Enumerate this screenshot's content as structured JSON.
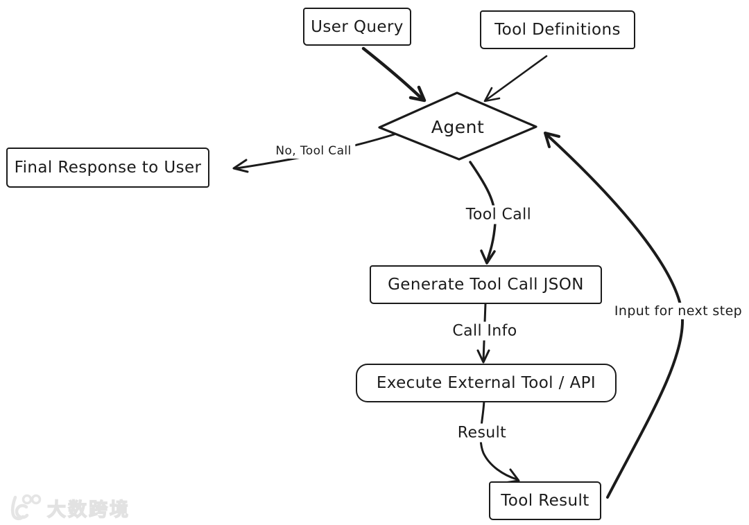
{
  "diagram": {
    "type": "flowchart",
    "nodes": {
      "user_query": {
        "label": "User Query",
        "shape": "rectangle"
      },
      "tool_definitions": {
        "label": "Tool Definitions",
        "shape": "rectangle"
      },
      "agent": {
        "label": "Agent",
        "shape": "diamond"
      },
      "final_response": {
        "label": "Final Response to User",
        "shape": "rectangle"
      },
      "generate_json": {
        "label": "Generate Tool Call JSON",
        "shape": "rectangle"
      },
      "execute_tool": {
        "label": "Execute External Tool / API",
        "shape": "rounded-rectangle"
      },
      "tool_result": {
        "label": "Tool Result",
        "shape": "rectangle"
      }
    },
    "edges": [
      {
        "from": "user_query",
        "to": "agent",
        "label": ""
      },
      {
        "from": "tool_definitions",
        "to": "agent",
        "label": ""
      },
      {
        "from": "agent",
        "to": "final_response",
        "label": "No, Tool Call"
      },
      {
        "from": "agent",
        "to": "generate_json",
        "label": "Tool Call"
      },
      {
        "from": "generate_json",
        "to": "execute_tool",
        "label": "Call Info"
      },
      {
        "from": "execute_tool",
        "to": "tool_result",
        "label": "Result"
      },
      {
        "from": "tool_result",
        "to": "agent",
        "label": "Input for next step"
      }
    ],
    "colors": {
      "stroke": "#1b1b1b",
      "background": "#ffffff",
      "watermark": "#e2e2e2"
    }
  },
  "watermark": {
    "logo_icon": "ten-power-hundred-logo",
    "text": "大数跨境"
  }
}
